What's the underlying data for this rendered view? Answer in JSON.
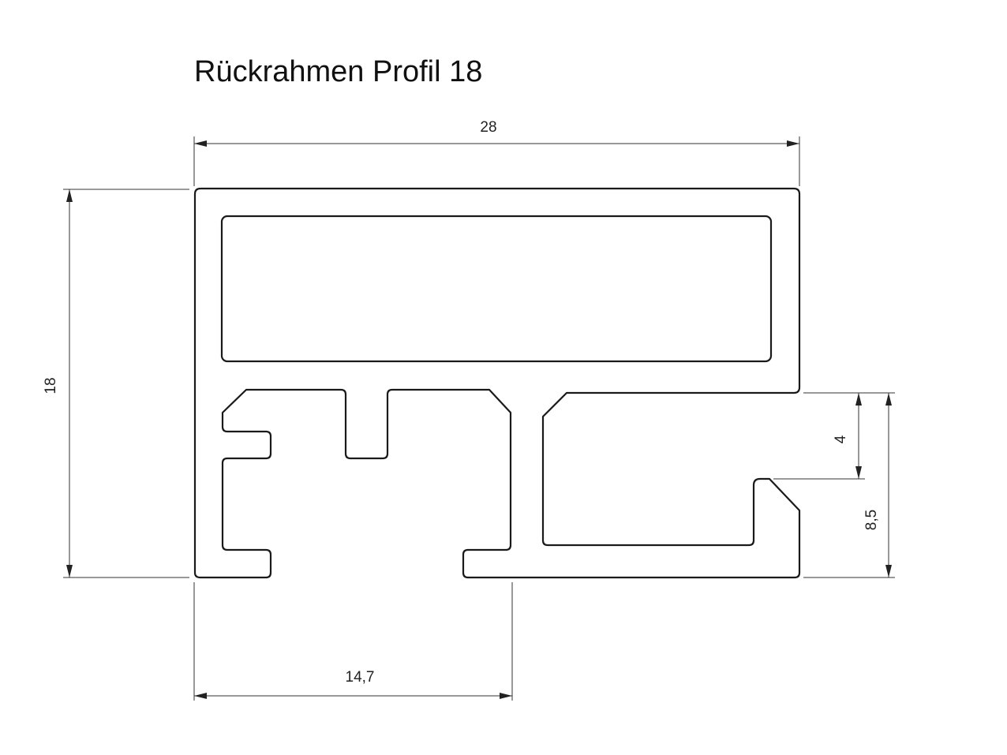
{
  "title": "Rückrahmen Profil 18",
  "dimensions": {
    "width": "28",
    "height": "18",
    "bottom_width": "14,7",
    "slot_depth": "4",
    "lip_height": "8,5"
  },
  "colors": {
    "background": "#ffffff",
    "line": "#1a1a1a"
  }
}
